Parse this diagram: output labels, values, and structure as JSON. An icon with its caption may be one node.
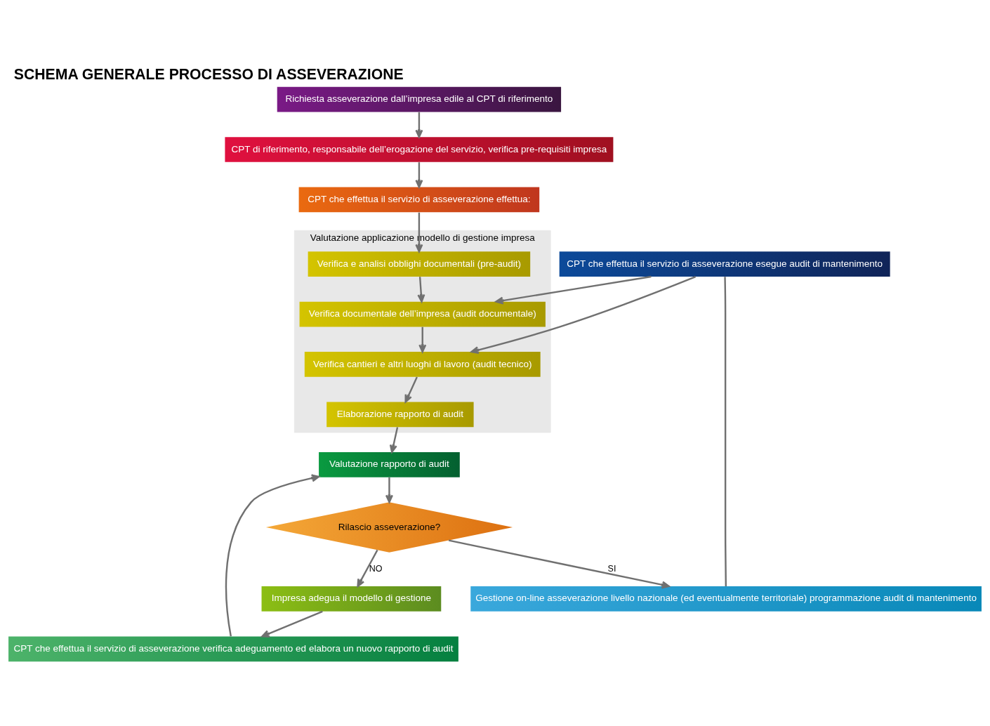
{
  "diagram": {
    "title": "SCHEMA GENERALE PROCESSO DI ASSEVERAZIONE",
    "nodes": [
      {
        "text": [
          "Richiesta asseverazione dall’impresa edile al CPT di riferimento"
        ]
      },
      {
        "text": [
          "CPT di riferimento, responsabile dell’erogazione del servizio, verifica pre-requisiti impresa"
        ]
      },
      {
        "text": [
          "CPT che effettua il servizio di asseverazione effettua:"
        ]
      },
      {
        "text": [
          "Valutazione applicazione modello di gestione impresa"
        ]
      },
      {
        "text": [
          "Verifica e analisi obblighi documentali (pre-audit)"
        ],
        "in": 3
      },
      {
        "text": [
          "Verifica documentale dell’impresa (audit documentale)"
        ],
        "in": 3
      },
      {
        "text": [
          "Verifica cantieri e altri luoghi di lavoro (audit tecnico)"
        ],
        "in": 3
      },
      {
        "text": [
          "Elaborazione rapporto di audit"
        ],
        "in": 3
      },
      {
        "text": [
          "Valutazione rapporto di audit"
        ]
      },
      {
        "text": [
          "Rilascio asseverazione?"
        ]
      },
      {
        "text": [
          "Impresa adegua il modello di gestione"
        ]
      },
      {
        "text": [
          "CPT che effettua il servizio di asseverazione verifica adeguamento ed elabora un nuovo rapporto di audit"
        ]
      },
      {
        "text": [
          "CPT che effettua il servizio di asseverazione esegue audit di mantenimento"
        ]
      },
      {
        "text": [
          "Gestione on-line asseverazione livello nazionale (ed eventualmente territoriale) programmazione audit di mantenimento"
        ]
      }
    ],
    "edges": [
      {
        "from": 0,
        "to": 1,
        "arrow": "to"
      },
      {
        "from": 1,
        "to": 2,
        "arrow": "to"
      },
      {
        "from": 2,
        "to": 4,
        "arrow": "to"
      },
      {
        "from": 4,
        "to": 5,
        "arrow": "to"
      },
      {
        "from": 5,
        "to": 6,
        "arrow": "to"
      },
      {
        "from": 6,
        "to": 7,
        "arrow": "to"
      },
      {
        "from": 7,
        "to": 8,
        "arrow": "to"
      },
      {
        "from": 8,
        "to": 9,
        "arrow": "to"
      },
      {
        "from": 9,
        "to": 10,
        "label": "NO",
        "arrow": "to"
      },
      {
        "from": 10,
        "to": 11,
        "arrow": "to"
      },
      {
        "from": 11,
        "to": 8,
        "arrow": "to"
      },
      {
        "from": 9,
        "to": 13,
        "label": "SI",
        "arrow": "to"
      },
      {
        "from": 12,
        "to": 5,
        "arrow": "to"
      },
      {
        "from": 12,
        "to": 6,
        "arrow": "to"
      },
      {
        "from": 12,
        "to": 13,
        "arrow": "none"
      }
    ]
  }
}
